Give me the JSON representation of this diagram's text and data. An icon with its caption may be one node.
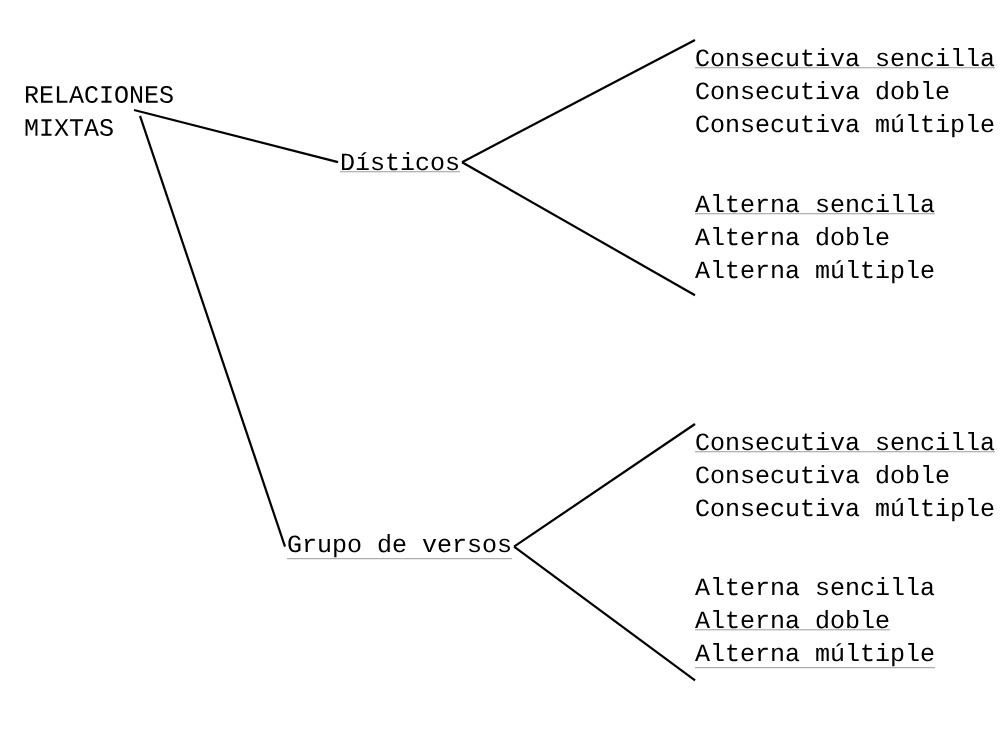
{
  "diagram": {
    "nodes": [
      {
        "text": [
          "RELACIONES MIXTAS"
        ]
      },
      {
        "text": [
          "Dísticos"
        ]
      },
      {
        "text": [
          "Grupo de versos"
        ]
      },
      {
        "text": [
          "Consecutiva sencilla",
          "Consecutiva doble",
          "Consecutiva múltiple"
        ]
      },
      {
        "text": [
          "Alterna sencilla",
          "Alterna doble",
          "Alterna múltiple"
        ]
      },
      {
        "text": [
          "Consecutiva sencilla",
          "Consecutiva doble",
          "Consecutiva múltiple"
        ]
      },
      {
        "text": [
          "Alterna sencilla",
          "Alterna doble",
          "Alterna múltiple"
        ]
      }
    ],
    "edges": [
      {
        "from": 0,
        "to": 1,
        "arrow": "none"
      },
      {
        "from": 0,
        "to": 2,
        "arrow": "none"
      },
      {
        "from": 1,
        "to": 3,
        "arrow": "none"
      },
      {
        "from": 1,
        "to": 4,
        "arrow": "none"
      },
      {
        "from": 2,
        "to": 5,
        "arrow": "none"
      },
      {
        "from": 2,
        "to": 6,
        "arrow": "none"
      }
    ]
  }
}
